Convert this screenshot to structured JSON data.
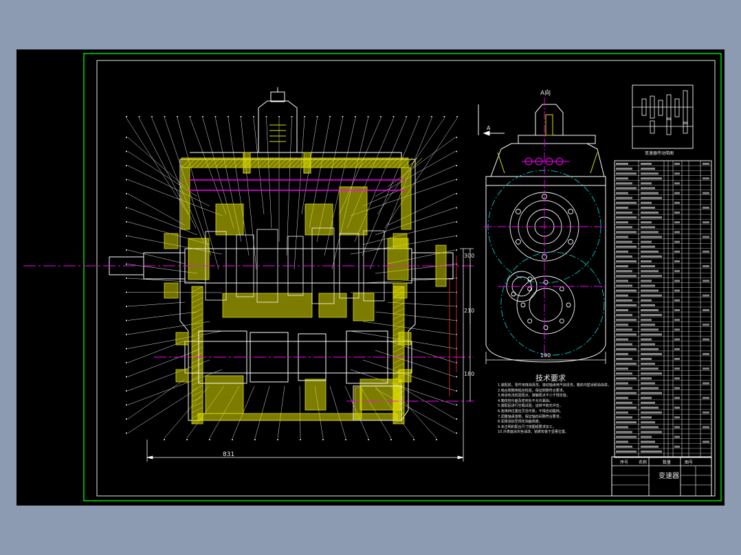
{
  "drawing": {
    "dims": {
      "total_length": "831",
      "right_height_a": "300",
      "right_height_b": "210",
      "right_height_c": "180",
      "view_a_width": "190"
    },
    "view_a_label": "A向",
    "view_a_arrow": "A",
    "schematic_caption": "变速器传动简图",
    "tech_title": "技术要求",
    "tech_notes": [
      "1.装配前，零件用煤油清洗，滚动轴承用汽油清洗，箱体内壁涂耐油油漆。",
      "2.啮合侧隙用铅丝检验，保证侧隙符合要求。",
      "3.用涂色法检验斑点，接触斑点不小于规定值。",
      "4.箱体剖分面及密封处不允许漏油。",
      "5.装配后进行空载试验，运转平稳无冲击。",
      "6.各换挡位置应灵活可靠，不得自动脱挡。",
      "7.调整轴承游隙，保证轴向间隙符合要求。",
      "8.润滑油加至规定油面高度。",
      "9.未注明的配合尺寸按图纸要求加工。",
      "10.外表面涂灰色油漆，铭牌安装于显著位置。"
    ],
    "title_block": {
      "name": "变速器",
      "sheet_label": "图号",
      "col_seq": "序号",
      "col_name": "名称",
      "col_qty": "数量"
    }
  },
  "colors": {
    "paper": "#000000",
    "border": "#00ff00",
    "hatch": "#e1e100",
    "centerline": "#ff00ff",
    "outline": "#ffffff",
    "circle": "#00c8c8",
    "dim": "#ff3030"
  }
}
